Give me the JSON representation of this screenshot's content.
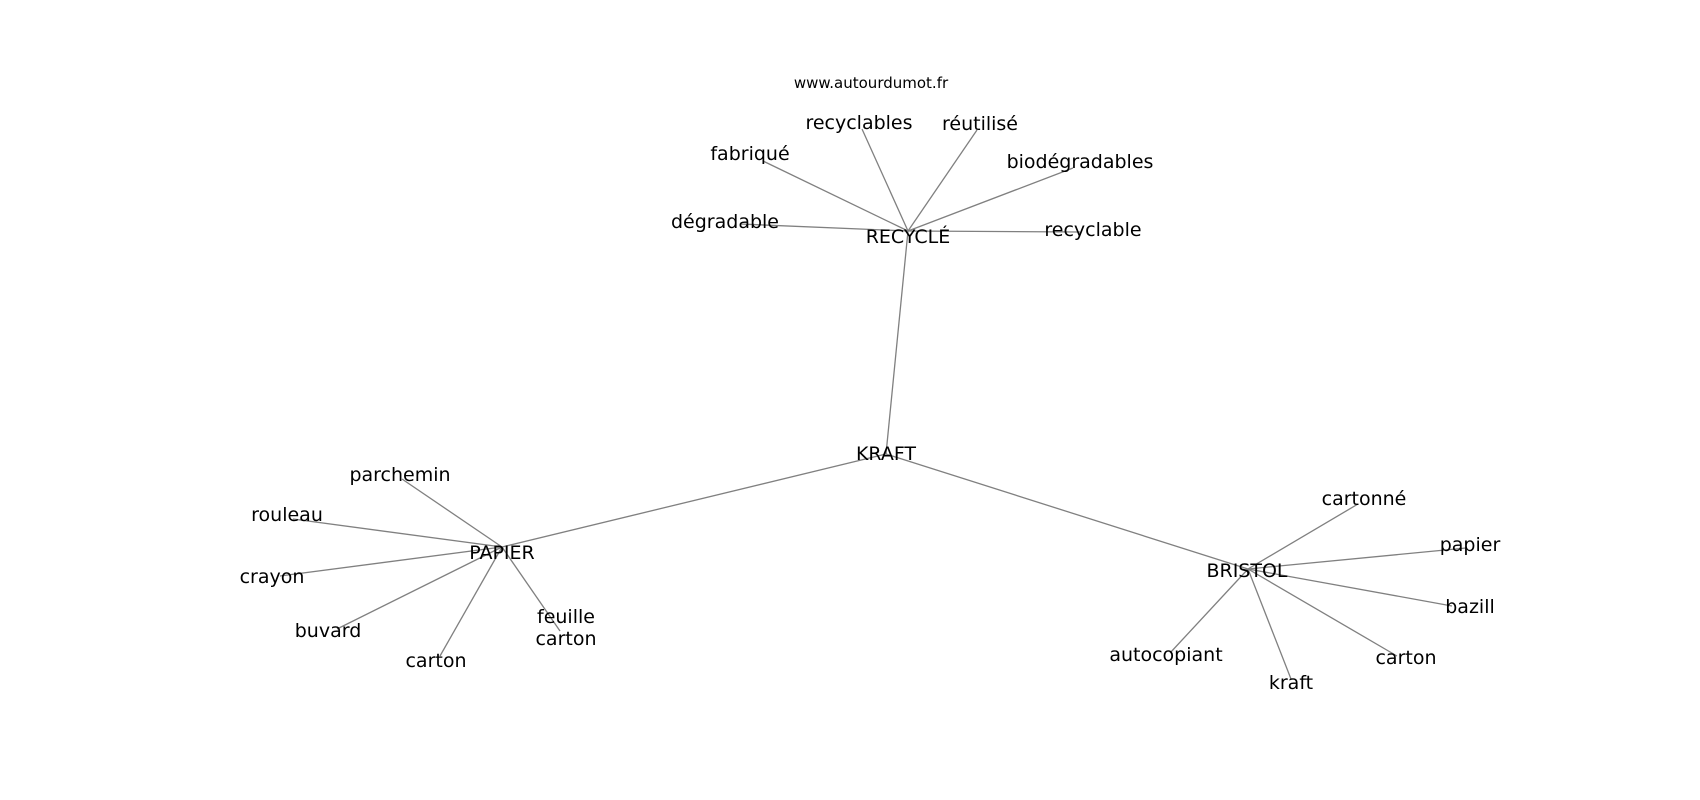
{
  "source": "www.autourdumot.fr",
  "center": "KRAFT",
  "hubs": [
    {
      "label": "RECYCLÉ",
      "words": [
        "dégradable",
        "fabriqué",
        "recyclables",
        "réutilisé",
        "biodégradables",
        "recyclable"
      ]
    },
    {
      "label": "PAPIER",
      "words": [
        "parchemin",
        "rouleau",
        "crayon",
        "buvard",
        "carton",
        [
          "feuille",
          "carton"
        ]
      ]
    },
    {
      "label": "BRISTOL",
      "words": [
        "cartonné",
        "papier",
        "bazill",
        "carton",
        "kraft",
        "autocopiant"
      ]
    }
  ]
}
